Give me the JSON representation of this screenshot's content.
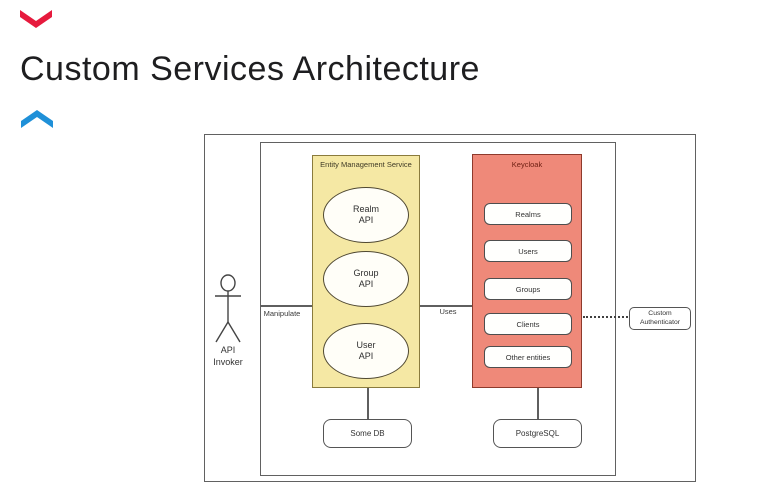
{
  "header": {
    "title": "Custom Services Architecture",
    "nav_down_color": "#e61a3d",
    "nav_up_color": "#1f90d8"
  },
  "colors": {
    "ems_fill": "#f5e8a4",
    "ems_border": "#8a7b3d",
    "keycloak_fill": "#ef8979",
    "keycloak_border": "#8e3a2c",
    "line": "#5f5f5f"
  },
  "diagram": {
    "actor": {
      "label1": "API",
      "label2": "Invoker"
    },
    "connectors": {
      "left_label": "Manipulate",
      "right_label": "Uses"
    },
    "entity_management_service": {
      "title": "Entity Management Service",
      "apis": [
        {
          "line1": "Realm",
          "line2": "API"
        },
        {
          "line1": "Group",
          "line2": "API"
        },
        {
          "line1": "User",
          "line2": "API"
        }
      ],
      "database": "Some DB"
    },
    "keycloak": {
      "title": "Keycloak",
      "entities": [
        "Realms",
        "Users",
        "Groups",
        "Clients",
        "Other entities"
      ],
      "database": "PostgreSQL"
    },
    "authenticator": {
      "line1": "Custom",
      "line2": "Authenticator"
    }
  }
}
